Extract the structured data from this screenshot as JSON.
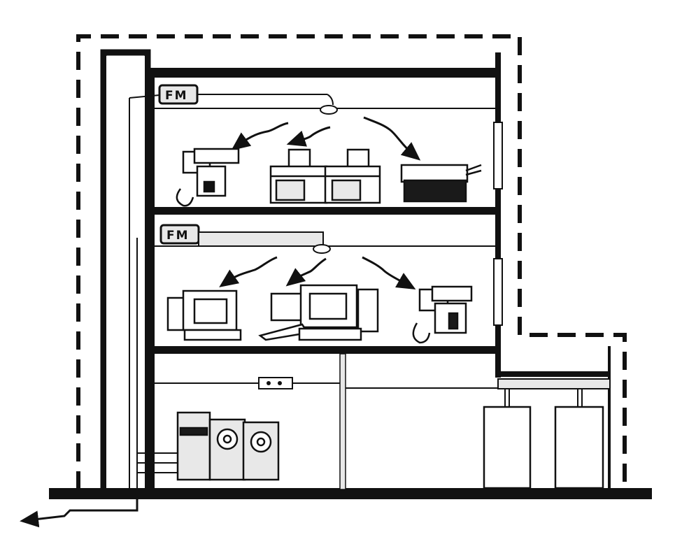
{
  "diagram": {
    "floor_labels": [
      {
        "id": "upper",
        "text": "FM"
      },
      {
        "id": "middle",
        "text": "FM"
      }
    ],
    "colors": {
      "ink": "#111111",
      "paper": "#ffffff",
      "fill_light": "#e8e8e8",
      "fill_dark": "#1a1a1a"
    },
    "icons": [
      "fax-machine-icon",
      "dual-workstation-icon",
      "printer-icon",
      "computer-icon",
      "workstation-with-tower-icon",
      "fax-machine-icon",
      "mainframe-tape-drive-icon",
      "cabinet-icon",
      "cabinet-icon",
      "signal-arrow-icon"
    ]
  }
}
